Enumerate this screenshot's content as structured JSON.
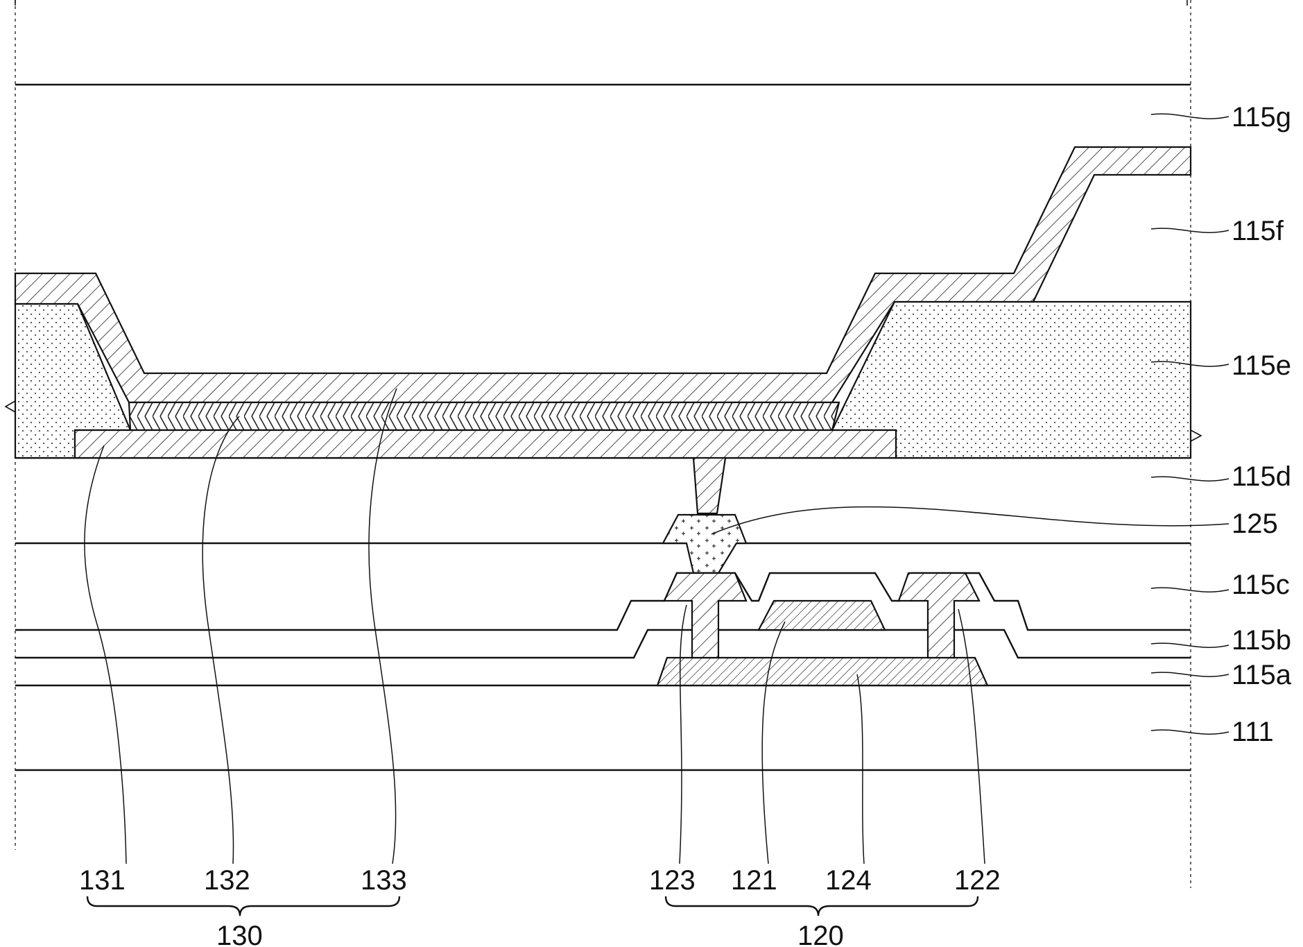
{
  "figure": {
    "layers": {
      "l115g": "115g",
      "l115f": "115f",
      "l115e": "115e",
      "l115d": "115d",
      "l125": "125",
      "l115c": "115c",
      "l115b": "115b",
      "l115a": "115a",
      "l111": "111"
    },
    "bottom": {
      "l131": "131",
      "l132": "132",
      "l133": "133",
      "l123": "123",
      "l121": "121",
      "l124": "124",
      "l122": "122",
      "l130": "130",
      "l120": "120"
    }
  }
}
